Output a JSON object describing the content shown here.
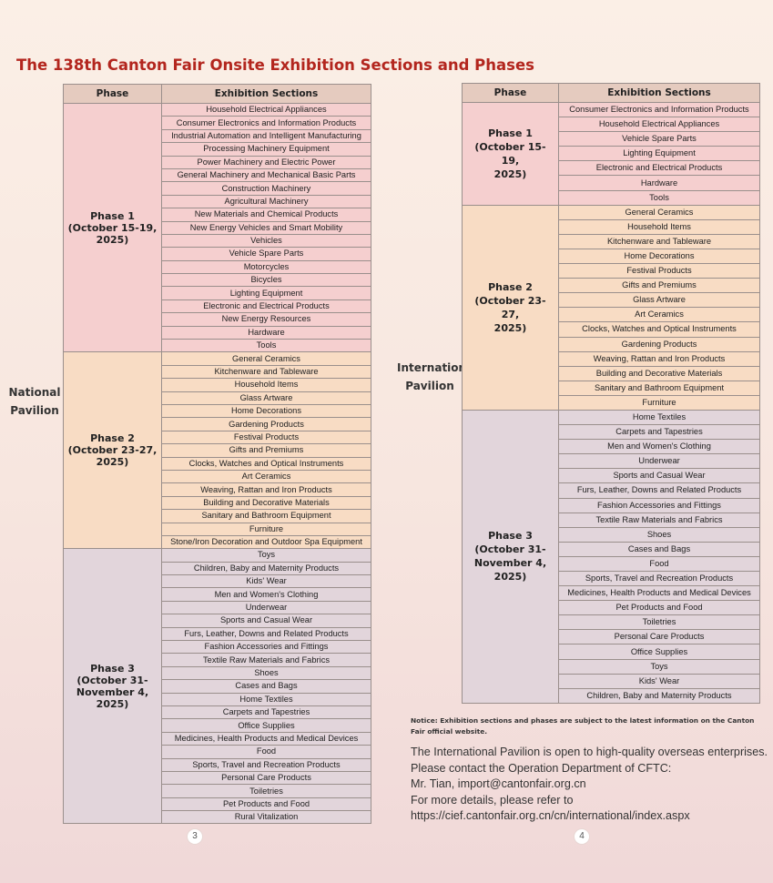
{
  "title": "The 138th Canton Fair Onsite Exhibition Sections and Phases",
  "headers": {
    "phase": "Phase",
    "sections": "Exhibition Sections"
  },
  "national": {
    "label": [
      "National",
      "Pavilion"
    ],
    "phases": [
      {
        "label": [
          "Phase 1",
          "(October 15-19,",
          "2025)"
        ],
        "sections": [
          "Household Electrical Appliances",
          "Consumer Electronics and Information Products",
          "Industrial Automation and Intelligent Manufacturing",
          "Processing Machinery Equipment",
          "Power Machinery and Electric Power",
          "General Machinery and Mechanical Basic Parts",
          "Construction Machinery",
          "Agricultural Machinery",
          "New Materials and Chemical Products",
          "New Energy Vehicles and Smart Mobility",
          "Vehicles",
          "Vehicle Spare Parts",
          "Motorcycles",
          "Bicycles",
          "Lighting Equipment",
          "Electronic and Electrical Products",
          "New Energy Resources",
          "Hardware",
          "Tools"
        ]
      },
      {
        "label": [
          "Phase 2",
          "(October 23-27,",
          "2025)"
        ],
        "sections": [
          "General Ceramics",
          "Kitchenware and Tableware",
          "Household Items",
          "Glass Artware",
          "Home Decorations",
          "Gardening Products",
          "Festival Products",
          "Gifts and Premiums",
          "Clocks, Watches and Optical Instruments",
          "Art Ceramics",
          "Weaving, Rattan and Iron Products",
          "Building and Decorative Materials",
          "Sanitary and Bathroom Equipment",
          "Furniture",
          "Stone/Iron Decoration and Outdoor Spa Equipment"
        ]
      },
      {
        "label": [
          "Phase 3",
          "(October 31-",
          "November 4,",
          "2025)"
        ],
        "sections": [
          "Toys",
          "Children, Baby and Maternity Products",
          "Kids' Wear",
          "Men and Women's Clothing",
          "Underwear",
          "Sports and Casual Wear",
          "Furs, Leather, Downs and Related Products",
          "Fashion Accessories and Fittings",
          "Textile Raw Materials and Fabrics",
          "Shoes",
          "Cases and Bags",
          "Home Textiles",
          "Carpets and Tapestries",
          "Office Supplies",
          "Medicines, Health Products and Medical Devices",
          "Food",
          "Sports, Travel and Recreation Products",
          "Personal Care Products",
          "Toiletries",
          "Pet Products and Food",
          "Rural Vitalization"
        ]
      }
    ]
  },
  "international": {
    "label": [
      "International",
      "Pavilion"
    ],
    "phases": [
      {
        "label": [
          "Phase 1",
          "(October 15-19,",
          "2025)"
        ],
        "sections": [
          "Consumer Electronics and Information Products",
          "Household Electrical Appliances",
          "Vehicle Spare Parts",
          "Lighting Equipment",
          "Electronic and Electrical Products",
          "Hardware",
          "Tools"
        ]
      },
      {
        "label": [
          "Phase 2",
          "(October 23-27,",
          "2025)"
        ],
        "sections": [
          "General Ceramics",
          "Household Items",
          "Kitchenware and Tableware",
          "Home Decorations",
          "Festival Products",
          "Gifts and Premiums",
          "Glass Artware",
          "Art Ceramics",
          "Clocks, Watches and Optical Instruments",
          "Gardening Products",
          "Weaving, Rattan and Iron Products",
          "Building and Decorative Materials",
          "Sanitary and Bathroom Equipment",
          "Furniture"
        ]
      },
      {
        "label": [
          "Phase 3",
          "(October 31-",
          "November 4,",
          "2025)"
        ],
        "sections": [
          "Home Textiles",
          "Carpets and Tapestries",
          "Men and Women's Clothing",
          "Underwear",
          "Sports and Casual Wear",
          "Furs, Leather, Downs and Related Products",
          "Fashion Accessories and Fittings",
          "Textile Raw Materials and Fabrics",
          "Shoes",
          "Cases and Bags",
          "Food",
          "Sports, Travel and Recreation Products",
          "Medicines, Health Products and Medical Devices",
          "Pet Products and Food",
          "Toiletries",
          "Personal Care Products",
          "Office Supplies",
          "Toys",
          "Kids' Wear",
          "Children, Baby and Maternity Products"
        ]
      }
    ]
  },
  "notice": "Notice: Exhibition sections and phases are subject to the latest information on the Canton Fair official website.",
  "intro_lines": [
    "The International Pavilion is open to high-quality overseas enterprises.",
    "Please contact the Operation Department of CFTC:",
    "Mr. Tian, import@cantonfair.org.cn",
    "For more details, please refer to",
    "https://cief.cantonfair.org.cn/cn/international/index.aspx"
  ],
  "page_numbers": [
    "3",
    "4"
  ],
  "colors": {
    "title": "#b3261e",
    "header_bg": "#e5cbbf",
    "phase1_bg": "#f5cfcf",
    "phase2_bg": "#f8dcc4",
    "phase3_bg": "#e2d5db",
    "border": "#9a8f8c"
  }
}
